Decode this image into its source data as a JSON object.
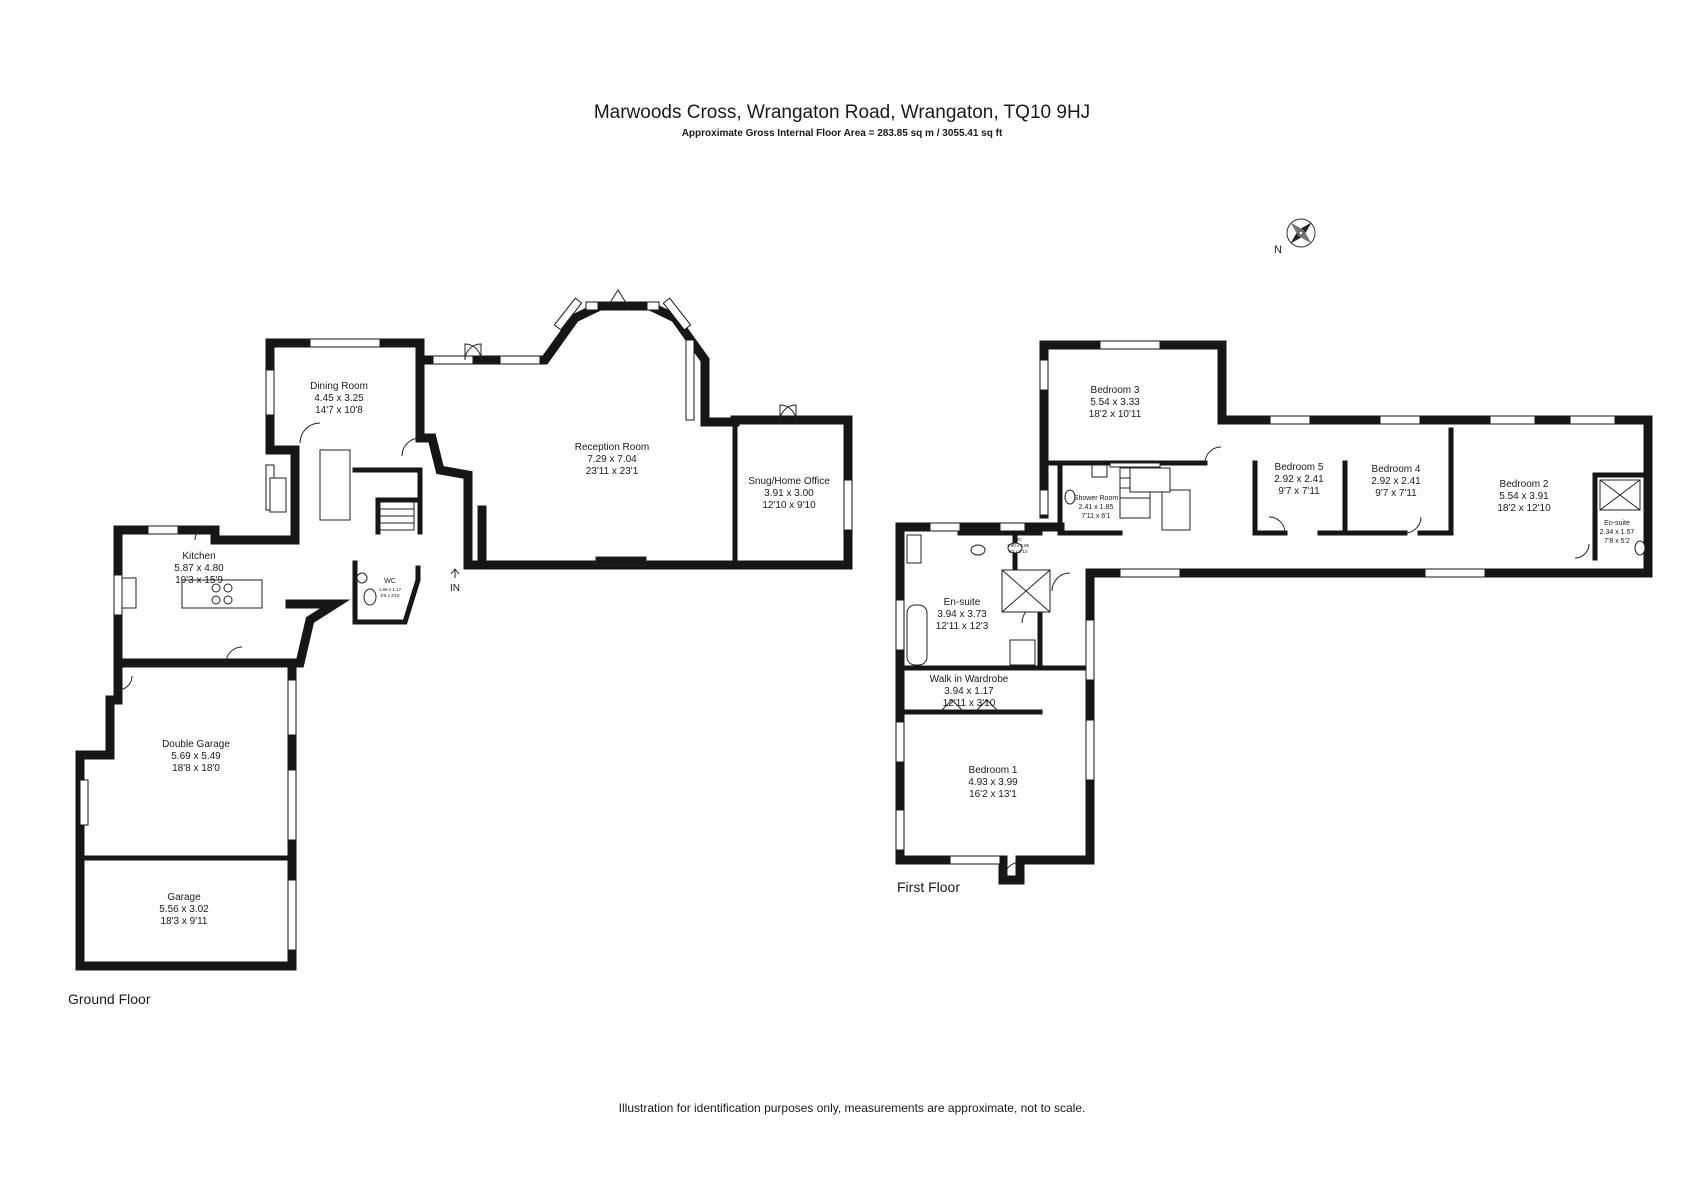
{
  "header": {
    "title": "Marwoods Cross, Wrangaton Road, Wrangaton, TQ10 9HJ",
    "subtitle": "Approximate Gross Internal Floor Area  = 283.85 sq m  / 3055.41 sq ft"
  },
  "compass": {
    "label": "N",
    "icon": "compass-rose-icon"
  },
  "entrance": {
    "label": "IN"
  },
  "ground_floor": {
    "label": "Ground Floor",
    "rooms": {
      "dining_room": {
        "name": "Dining Room",
        "metric": "4.45 x 3.25",
        "imperial": "14'7 x 10'8"
      },
      "reception_room": {
        "name": "Reception Room",
        "metric": "7.29 x 7.04",
        "imperial": "23'11 x 23'1"
      },
      "snug": {
        "name": "Snug/Home Office",
        "metric": "3.91 x 3.00",
        "imperial": "12'10 x 9'10"
      },
      "kitchen": {
        "name": "Kitchen",
        "metric": "5.87 x 4.80",
        "imperial": "19'3 x 15'9"
      },
      "wc": {
        "name": "WC",
        "metric": "1.68 x 1.17",
        "imperial": "5'6 x 3'10"
      },
      "double_garage": {
        "name": "Double Garage",
        "metric": "5.69 x 5.49",
        "imperial": "18'8 x 18'0"
      },
      "garage": {
        "name": "Garage",
        "metric": "5.56 x 3.02",
        "imperial": "18'3 x 9'11"
      }
    }
  },
  "first_floor": {
    "label": "First Floor",
    "rooms": {
      "bedroom3": {
        "name": "Bedroom 3",
        "metric": "5.54 x 3.33",
        "imperial": "18'2 x 10'11"
      },
      "shower_room": {
        "name": "Shower Room",
        "metric": "2.41 x 1.85",
        "imperial": "7'11 x 6'1"
      },
      "wc": {
        "name": "WC",
        "metric": "1.90 x 0.86",
        "imperial": "6'3 x 2'10"
      },
      "bedroom5": {
        "name": "Bedroom 5",
        "metric": "2.92 x 2.41",
        "imperial": "9'7 x 7'11"
      },
      "bedroom4": {
        "name": "Bedroom 4",
        "metric": "2.92 x 2.41",
        "imperial": "9'7 x 7'11"
      },
      "bedroom2": {
        "name": "Bedroom 2",
        "metric": "5.54 x 3.91",
        "imperial": "18'2 x 12'10"
      },
      "ensuite2": {
        "name": "En-suite",
        "metric": "2.34 x 1.57",
        "imperial": "7'8 x 5'2"
      },
      "ensuite1": {
        "name": "En-suite",
        "metric": "3.94 x 3.73",
        "imperial": "12'11 x 12'3"
      },
      "wardrobe": {
        "name": "Walk in Wardrobe",
        "metric": "3.94 x 1.17",
        "imperial": "12'11 x 3'10"
      },
      "bedroom1": {
        "name": "Bedroom 1",
        "metric": "4.93 x 3.99",
        "imperial": "16'2 x 13'1"
      }
    }
  },
  "footer": {
    "disclaimer": "Illustration for identification purposes only, measurements are approximate, not to scale."
  }
}
